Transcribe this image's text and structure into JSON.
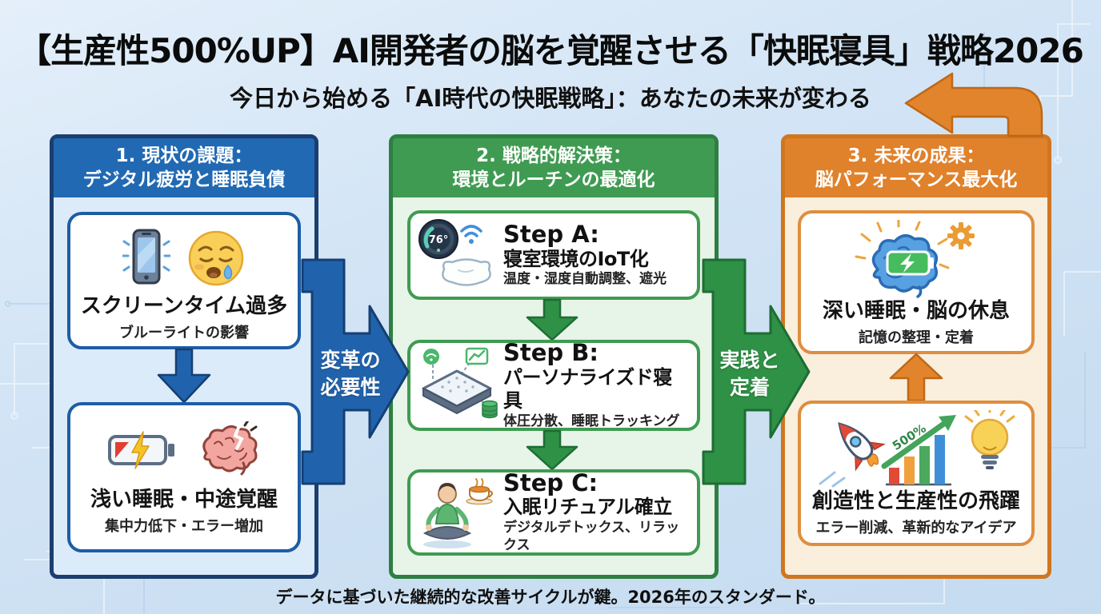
{
  "page": {
    "title": "【生産性500%UP】AI開発者の脳を覚醒させる「快眠寝具」戦略2026",
    "subtitle": "今日から始める「AI時代の快眠戦略」：あなたの未来が変わる",
    "footer": "データに基づいた継続的な改善サイクルが鍵。2026年のスタンダード。"
  },
  "connectors": {
    "problem_to_solution": {
      "label_line1": "変革の",
      "label_line2": "必要性"
    },
    "solution_to_outcome": {
      "label_line1": "実践と",
      "label_line2": "定着"
    }
  },
  "panels": [
    {
      "header_line1": "1. 現状の課題：",
      "header_line2": "デジタル疲労と睡眠負債",
      "boxes": [
        {
          "title": "スクリーンタイム過多",
          "subtitle": "ブルーライトの影響",
          "icons": [
            "vibrating-phone-icon",
            "sleepy-face-icon"
          ]
        },
        {
          "title": "浅い睡眠・中途覚醒",
          "subtitle": "集中力低下・エラー増加",
          "icons": [
            "low-battery-icon",
            "overloaded-brain-icon"
          ]
        }
      ]
    },
    {
      "header_line1": "2. 戦略的解決策：",
      "header_line2": "環境とルーチンの最適化",
      "steps": [
        {
          "label": "Step A:",
          "title": "寝室環境のIoT化",
          "subtitle": "温度・湿度自動調整、遮光",
          "thermostat_value": "76°",
          "icons": [
            "smart-thermostat-icon",
            "wifi-icon",
            "pillow-icon"
          ]
        },
        {
          "label": "Step B:",
          "title": "パーソナライズド寝具",
          "subtitle": "体圧分散、睡眠トラッキング",
          "icons": [
            "smart-mattress-icon",
            "wifi-badge-icon",
            "mini-chart-icon",
            "database-icon"
          ]
        },
        {
          "label": "Step C:",
          "title": "入眠リチュアル確立",
          "subtitle": "デジタルデトックス、リラックス",
          "icons": [
            "meditation-icon",
            "tea-cup-icon"
          ]
        }
      ]
    },
    {
      "header_line1": "3. 未来の成果：",
      "header_line2": "脳パフォーマンス最大化",
      "boxes": [
        {
          "title": "深い睡眠・脳の休息",
          "subtitle": "記憶の整理・定着",
          "icons": [
            "charged-brain-icon",
            "gear-icon"
          ]
        },
        {
          "title": "創造性と生産性の飛躍",
          "subtitle": "エラー削減、革新的なアイデア",
          "growth_label": "500%",
          "icons": [
            "rocket-icon",
            "growth-chart-icon",
            "lightbulb-icon"
          ]
        }
      ]
    }
  ],
  "colors": {
    "problem_accent": "#2169b3",
    "solution_accent": "#3f9b51",
    "outcome_accent": "#e0812b",
    "background": "#cfe2f4"
  }
}
